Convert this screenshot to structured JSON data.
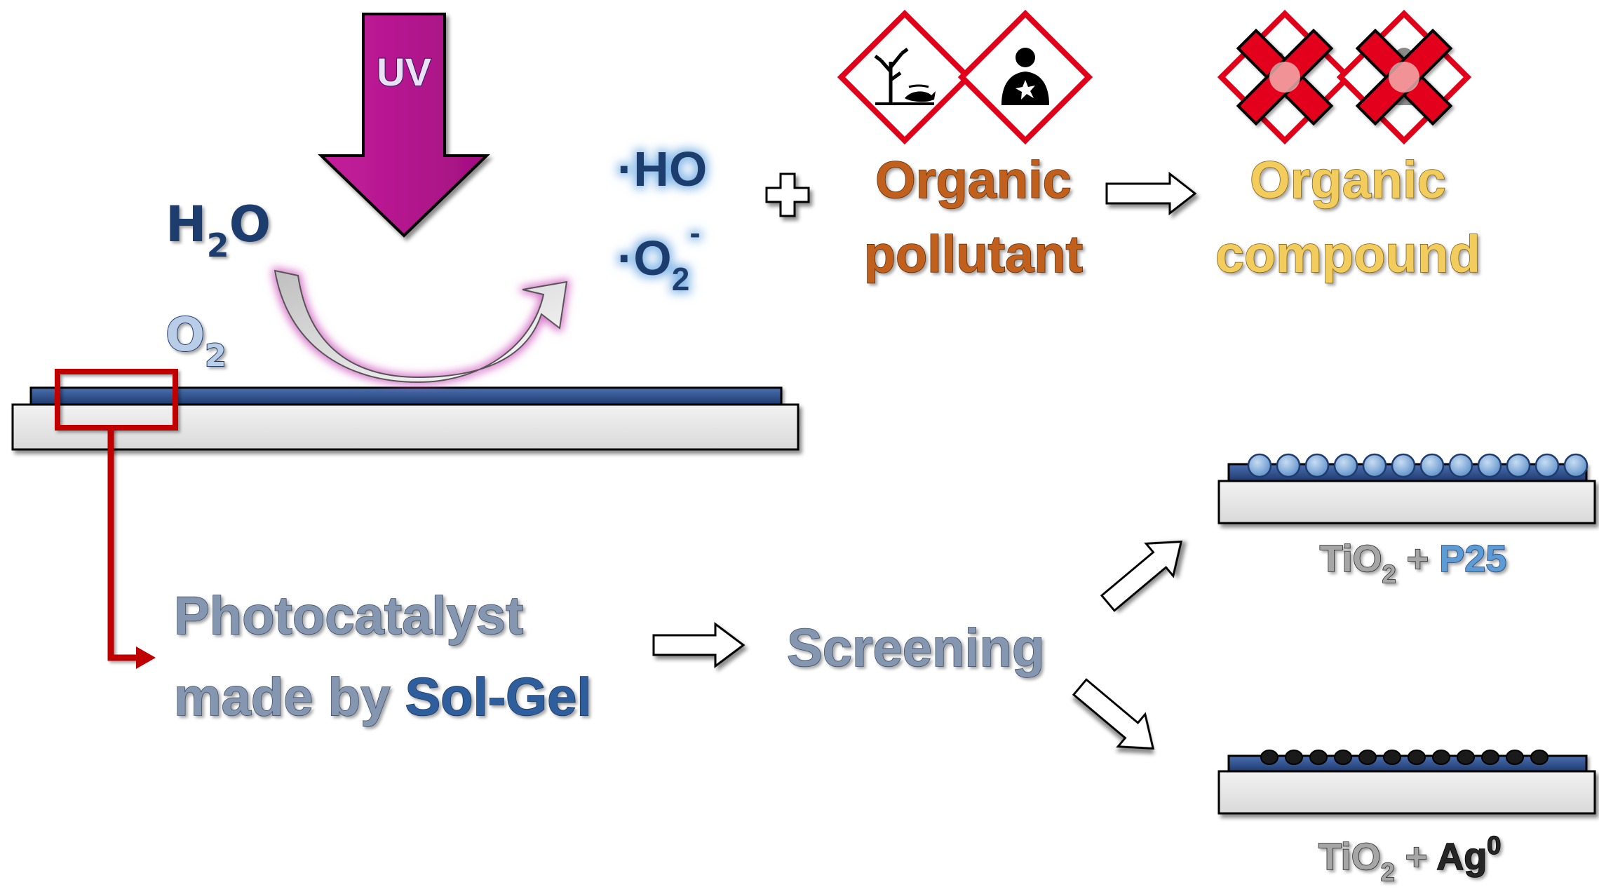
{
  "uv_label": "UV",
  "water": {
    "base": "H",
    "sub": "2",
    "tail": "O"
  },
  "oxygen": {
    "base": "O",
    "sub": "2"
  },
  "hydroxyl_radical": "·HO",
  "superoxide": {
    "base": "·O",
    "sub": "2",
    "sup": "-"
  },
  "pollutant": {
    "line1": "Organic",
    "line2": "pollutant"
  },
  "compound": {
    "line1": "Organic",
    "line2": "compound"
  },
  "photocatalyst": {
    "line1": "Photocatalyst",
    "line2_prefix": "made by ",
    "method": "Sol-Gel"
  },
  "screening": "Screening",
  "sample_p25": {
    "base": "TiO",
    "sub": "2",
    "plus": " + ",
    "additive": "P25"
  },
  "sample_ag": {
    "base": "TiO",
    "sub": "2",
    "plus": " + ",
    "additive": "Ag",
    "sup": "0"
  },
  "colors": {
    "uv_arrow": "#b0168a",
    "coating": "#2f4f8f",
    "substrate": "#e6e6e6",
    "callout_red": "#c00000",
    "radical_blue": "#1f3c6e",
    "radical_glow": "#7fb4e6",
    "pollutant_text": "#c0601c",
    "compound_text": "#f2cc5c",
    "grey_text": "#8496b0",
    "solgel_blue": "#2e5f9c",
    "p25_blue": "#5b9bd5",
    "hazard_red": "#e0001a",
    "cross_red": "#e3001b"
  },
  "icons": [
    "uv-arrow-icon",
    "curved-arrow-icon",
    "plus-icon",
    "environment-hazard-icon",
    "health-hazard-icon",
    "crossed-hazard-icon",
    "right-arrow-icon"
  ]
}
